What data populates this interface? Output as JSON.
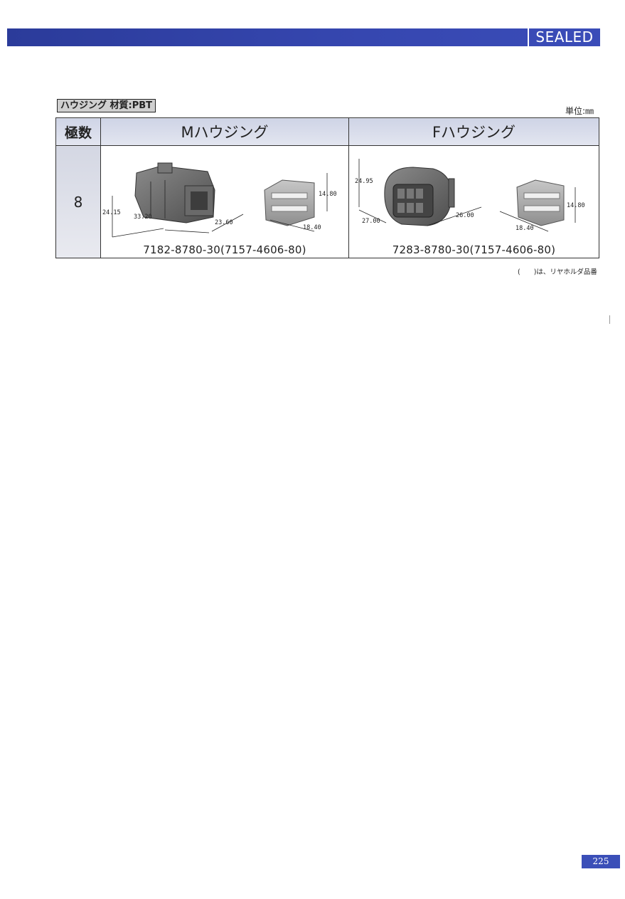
{
  "header": {
    "banner_label": "SEALED"
  },
  "section": {
    "title": "ハウジング 材質:PBT",
    "unit": "単位:㎜"
  },
  "table": {
    "headers": {
      "poles": "極数",
      "m_housing": "Mハウジング",
      "f_housing": "Fハウジング"
    },
    "rows": [
      {
        "poles": "8",
        "m_part_no": "7182-8780-30(7157-4606-80)",
        "f_part_no": "7283-8780-30(7157-4606-80)",
        "m_dims": {
          "height": "24.15",
          "length": "33.20",
          "width": "23.60",
          "holder_height": "14.80",
          "holder_width": "18.40"
        },
        "f_dims": {
          "height": "24.95",
          "length": "27.00",
          "width": "26.00",
          "holder_height": "14.80",
          "holder_width": "18.40"
        }
      }
    ]
  },
  "note": "(　　)は、リヤホルダ品番",
  "footer": {
    "page_number": "225"
  }
}
